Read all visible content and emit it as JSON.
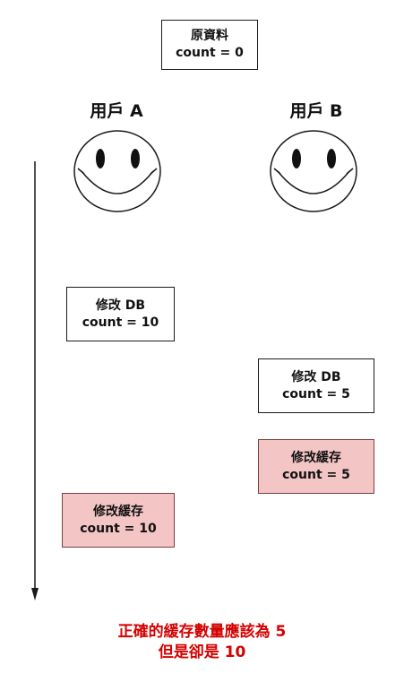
{
  "original": {
    "title": "原資料",
    "value": "count = 0"
  },
  "user_a": {
    "label": "用戶 A",
    "update_db": {
      "title": "修改 DB",
      "value": "count = 10"
    },
    "update_cache": {
      "title": "修改緩存",
      "value": "count = 10"
    }
  },
  "user_b": {
    "label": "用戶 B",
    "update_db": {
      "title": "修改 DB",
      "value": "count = 5"
    },
    "update_cache": {
      "title": "修改緩存",
      "value": "count = 5"
    }
  },
  "conclusion": {
    "line1": "正確的緩存數量應該為 5",
    "line2": "但是卻是 10"
  },
  "colors": {
    "cache_fill": "#f4c5c5",
    "cache_border": "#7a4040",
    "conclusion": "#d40000"
  },
  "icons": [
    "smiley-face-icon",
    "timeline-arrow-icon"
  ]
}
